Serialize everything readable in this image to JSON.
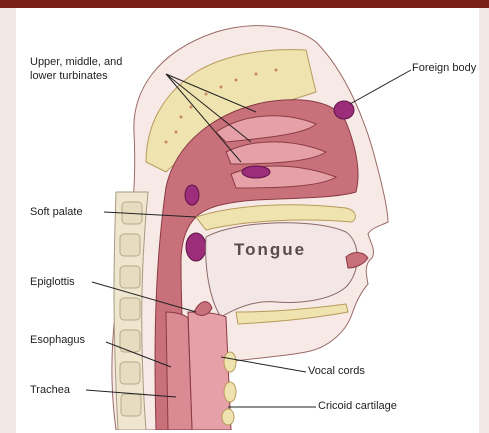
{
  "labels": {
    "turbinates_line1": "Upper, middle, and",
    "turbinates_line2": "lower turbinates",
    "foreign_body": "Foreign body",
    "soft_palate": "Soft palate",
    "tongue": "Tongue",
    "epiglottis": "Epiglottis",
    "esophagus": "Esophagus",
    "vocal_cords": "Vocal cords",
    "trachea": "Trachea",
    "cricoid_cartilage": "Cricoid cartilage"
  },
  "colors": {
    "frame_accent": "#7a1f16",
    "mucosa": "#c9717a",
    "bone": "#efe3b0",
    "tongue": "#f2e6e6",
    "foreign_body": "#9b2d7a"
  }
}
